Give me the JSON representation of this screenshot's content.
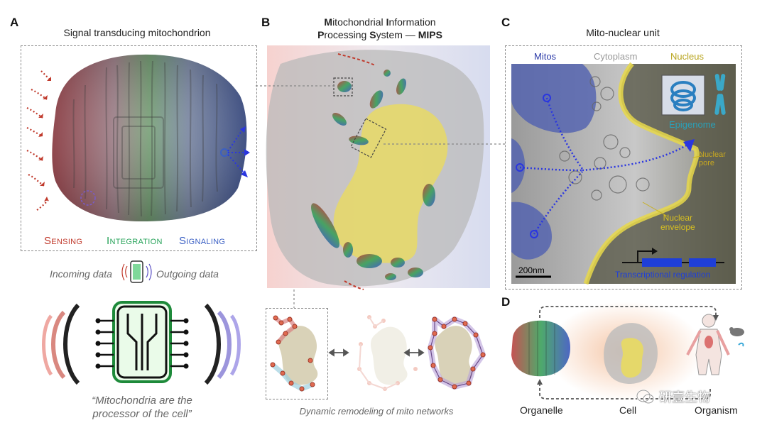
{
  "panelA": {
    "letter": "A",
    "title": "Signal transducing mitochondrion",
    "sensing": "Sensing",
    "integration": "Integration",
    "signaling": "Signaling",
    "incoming": "Incoming data",
    "outgoing": "Outgoing data",
    "quote_line1": "“Mitochondria are the",
    "quote_line2": "processor of the cell”"
  },
  "panelB": {
    "letter": "B",
    "title_line1_parts": [
      "M",
      "itochondrial ",
      "I",
      "nformation"
    ],
    "title_line2_parts": [
      "P",
      "rocessing ",
      "S",
      "ystem — ",
      "MIPS"
    ],
    "caption": "Dynamic remodeling of mito networks"
  },
  "panelC": {
    "letter": "C",
    "title": "Mito-nuclear unit",
    "label_mitos": "Mitos",
    "label_cytoplasm": "Cytoplasm",
    "label_nucleus": "Nucleus",
    "label_epigenome": "Epigenome",
    "label_pore_1": "Nuclear",
    "label_pore_2": "pore",
    "label_envelope_1": "Nuclear",
    "label_envelope_2": "envelope",
    "label_transcription": "Transcriptional regulation",
    "scale_bar": "200nm"
  },
  "panelD": {
    "letter": "D",
    "label_organelle": "Organelle",
    "label_cell": "Cell",
    "label_organism": "Organism"
  },
  "watermark": "研壹生物",
  "colors": {
    "sensing": "#c0392b",
    "integration": "#27a35a",
    "signaling": "#3a5fc4",
    "nucleus_yellow": "#d9c843",
    "mitos_blue": "#2b3aa8",
    "arrow_blue": "#2a36e0"
  }
}
